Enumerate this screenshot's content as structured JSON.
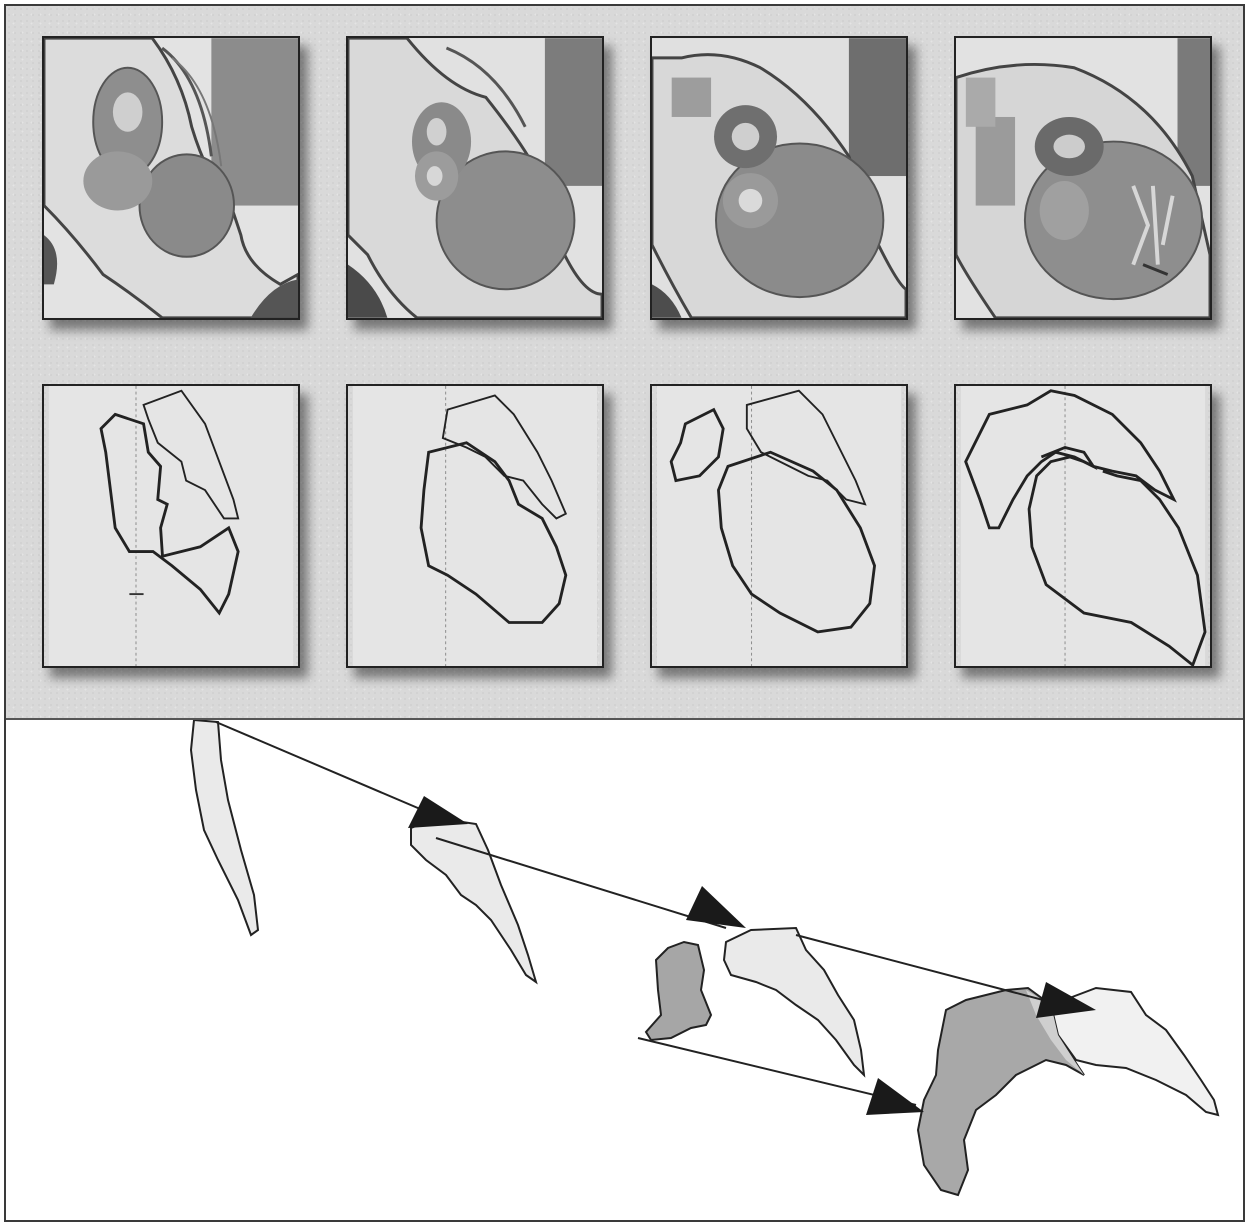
{
  "figure": {
    "rows": [
      {
        "id": "section-row",
        "kind": "histology",
        "tiles": 4
      },
      {
        "id": "tracing-row",
        "kind": "contour",
        "tiles": 4
      }
    ],
    "tracing_labels": [
      "",
      "",
      "",
      ""
    ],
    "reconstruction": {
      "shapes": 7,
      "arrows": 4
    },
    "colors": {
      "panel_bg": "#d9d9d9",
      "tissue_light": "#e6e6e6",
      "tissue_mid": "#9a9a9a",
      "tissue_dark": "#5a5a5a",
      "outline": "#222222",
      "shape_light": "#eaeaea",
      "shape_dark": "#a6a6a6",
      "arrowhead": "#1a1a1a"
    }
  }
}
